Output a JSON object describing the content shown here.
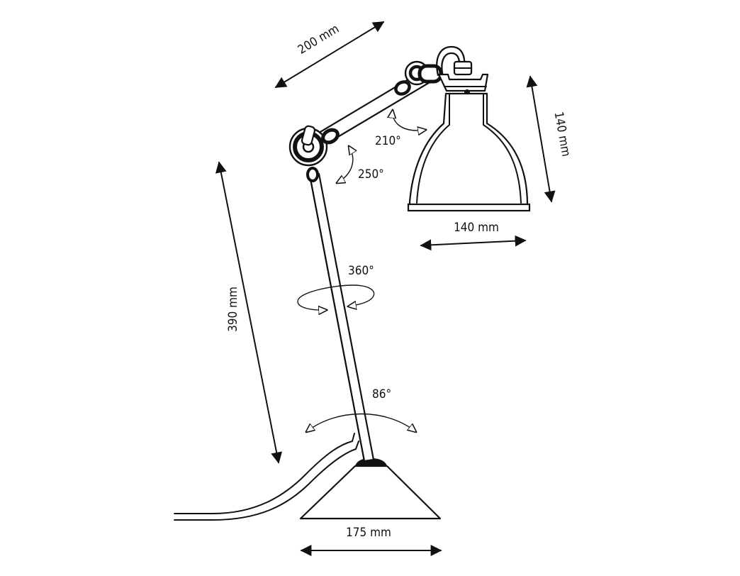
{
  "dimensions": {
    "arm": "200 mm",
    "shade_height": "140 mm",
    "shade_width": "140 mm",
    "stem_height": "390 mm",
    "base_width": "175 mm"
  },
  "rotations": {
    "head": "210°",
    "elbow": "250°",
    "swivel": "360°",
    "base_tilt": "86°"
  },
  "colors": {
    "line": "#111111",
    "background": "#ffffff"
  }
}
